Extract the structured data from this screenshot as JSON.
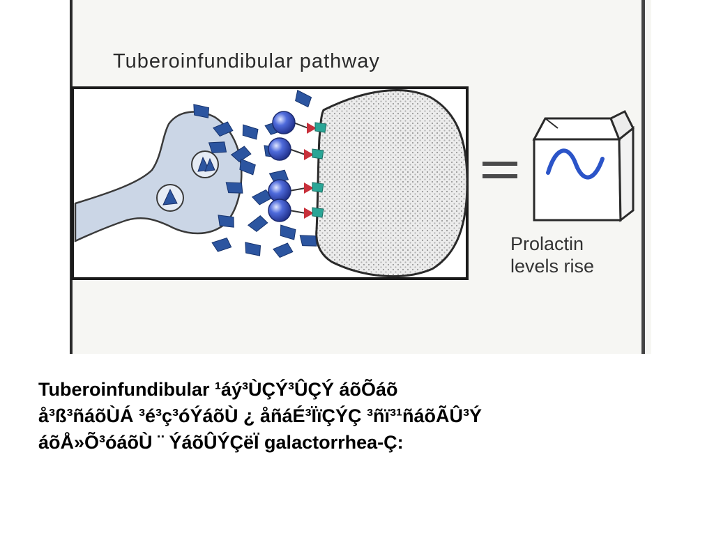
{
  "figure": {
    "title": "Tuberoinfundibular pathway",
    "result_caption_lines": [
      "Prolactin",
      "levels rise"
    ],
    "equals_sign": "="
  },
  "caption": {
    "lines": [
      "Tuberoinfundibular  ¹áý³ÙÇÝ³ÛÇÝ áõÕáõ",
      "å³ß³ñáõÙÁ ³é³ç³óÝáõÙ ¿ åñáÉ³ÏïÇÝÇ ³ñï³¹ñáõÃÛ³Ý",
      "áõÅ»Õ³óáõÙ ¨ ÝáõÛÝÇëÏ galactorrhea-Ç:"
    ]
  },
  "colors": {
    "neuron_fill": "#cbd6e6",
    "dopamine": "#2c55a0",
    "receptor_ball": "#3d57c8",
    "receptor_red": "#c8303b",
    "receptor_teal": "#2aa596",
    "wave": "#2b54c8",
    "text": "#000000"
  },
  "icons": [
    "neuron-icon",
    "pituitary-cell-icon",
    "milk-carton-icon"
  ]
}
